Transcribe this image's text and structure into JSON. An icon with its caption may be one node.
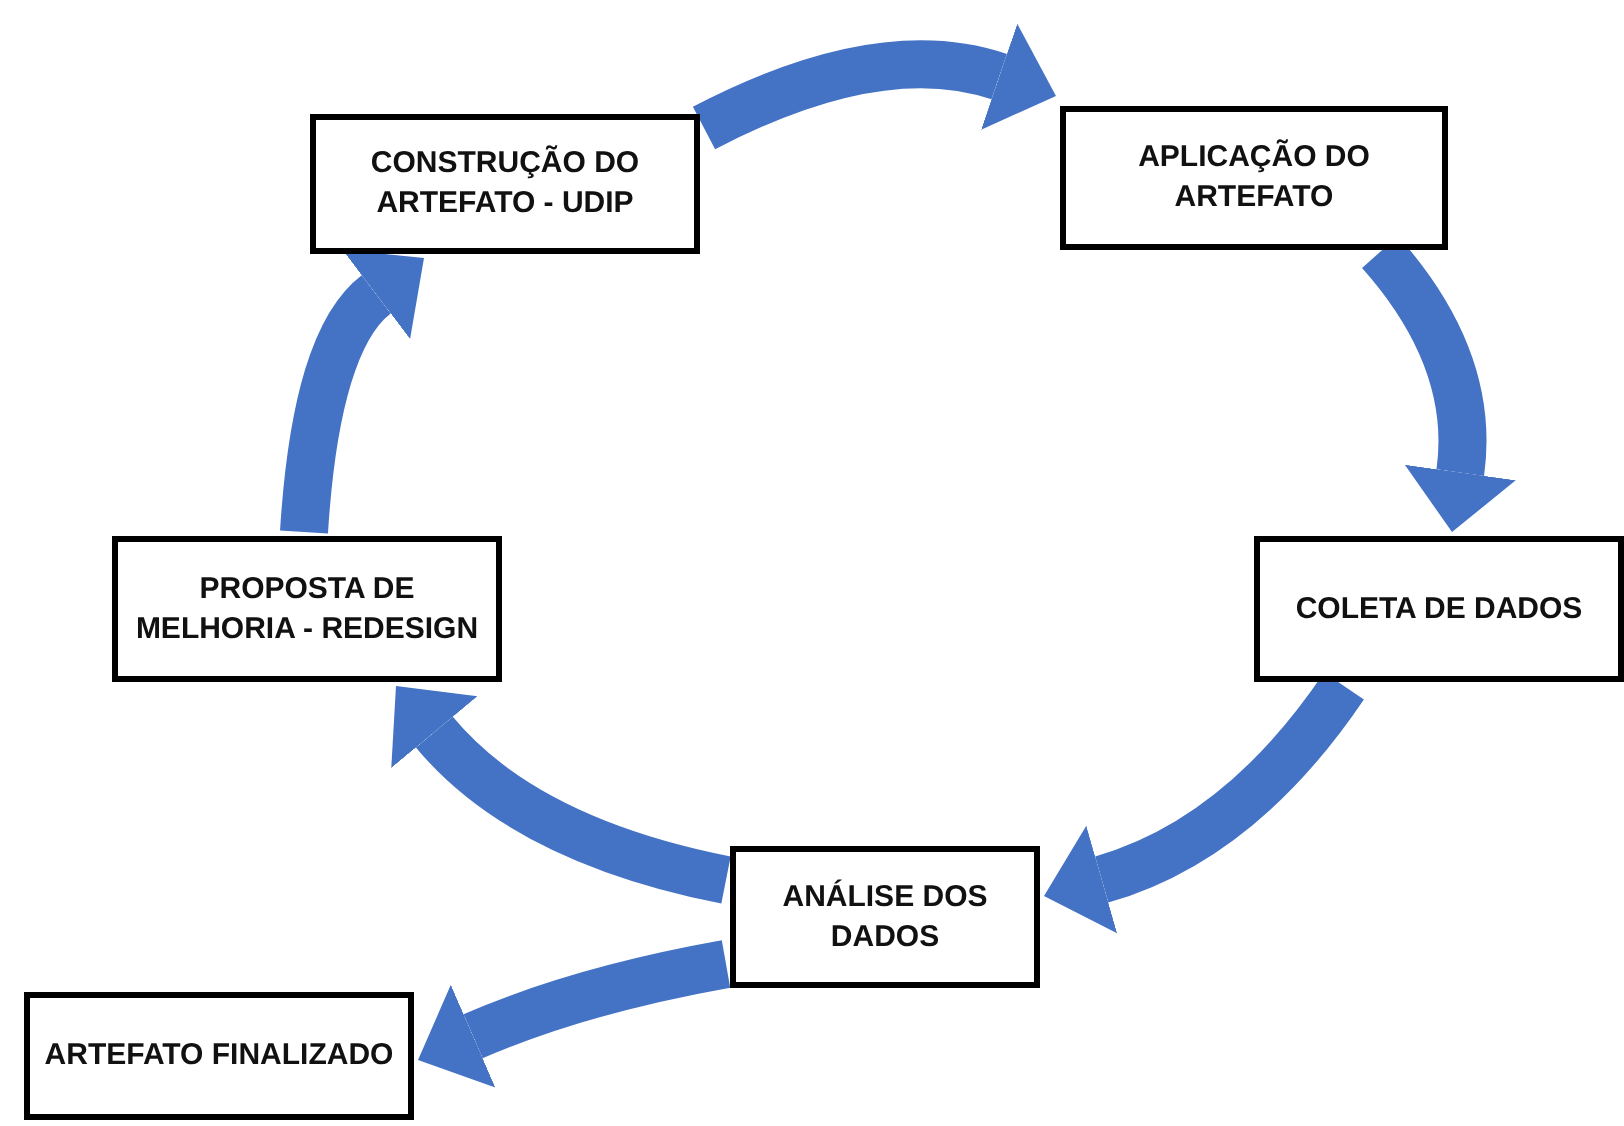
{
  "diagram": {
    "nodes": [
      {
        "text": [
          "CONSTRUÇÃO DO ARTEFATO - UDIP"
        ]
      },
      {
        "text": [
          "APLICAÇÃO DO ARTEFATO"
        ]
      },
      {
        "text": [
          "COLETA DE DADOS"
        ]
      },
      {
        "text": [
          "ANÁLISE DOS DADOS"
        ]
      },
      {
        "text": [
          "PROPOSTA DE MELHORIA - REDESIGN"
        ]
      },
      {
        "text": [
          "ARTEFATO FINALIZADO"
        ]
      }
    ],
    "edges": [
      {
        "from": 0,
        "to": 1,
        "arrow": "to"
      },
      {
        "from": 1,
        "to": 2,
        "arrow": "to"
      },
      {
        "from": 2,
        "to": 3,
        "arrow": "to"
      },
      {
        "from": 3,
        "to": 4,
        "arrow": "to"
      },
      {
        "from": 4,
        "to": 0,
        "arrow": "to"
      },
      {
        "from": 3,
        "to": 5,
        "arrow": "to"
      }
    ]
  }
}
